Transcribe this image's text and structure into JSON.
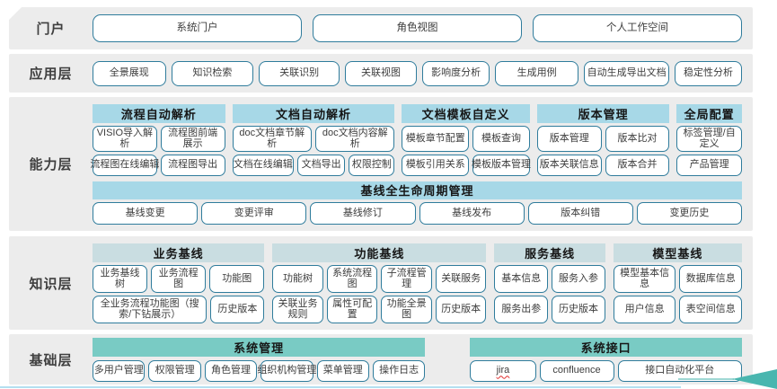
{
  "colors": {
    "band_bg": "#ececec",
    "capability_header": "#a7d8e7",
    "knowledge_header": "#c9dde1",
    "foundation_header": "#79cbc4",
    "box_border": "#2f7c9c",
    "arrow_teal": "#49b6af",
    "bottom_line_blue": "#b3dff0",
    "spellcheck_red": "#e03030"
  },
  "layers": [
    {
      "name": "portal",
      "label": "门户",
      "groups": [
        {
          "flex": 1,
          "header": null,
          "rows": [
            [
              {
                "t": "系统门户"
              },
              {
                "t": "角色视图"
              },
              {
                "t": "个人工作空间"
              }
            ]
          ]
        }
      ]
    },
    {
      "name": "application",
      "label": "应用层",
      "groups": [
        {
          "flex": 1,
          "header": null,
          "rows": [
            [
              {
                "t": "全景展现",
                "w": 1.1
              },
              {
                "t": "知识检索",
                "w": 1.25
              },
              {
                "t": "关联识别",
                "w": 1.22
              },
              {
                "t": "关联视图",
                "w": 1.08
              },
              {
                "t": "影响度分析",
                "w": 1
              },
              {
                "t": "生成用例",
                "w": 1.27
              },
              {
                "t": "自动生成导出文档",
                "w": 1.3
              },
              {
                "t": "稳定性分析",
                "w": 1
              }
            ]
          ]
        }
      ]
    },
    {
      "name": "capability",
      "label": "能力层",
      "groups": [
        {
          "flex": 2.03,
          "header": "流程自动解析",
          "rows": [
            [
              {
                "t": "VISIO导入解析"
              },
              {
                "t": "流程图前端展示"
              }
            ],
            [
              {
                "t": "流程图在线编辑"
              },
              {
                "t": "流程图导出"
              }
            ]
          ]
        },
        {
          "flex": 2.49,
          "header": "文档自动解析",
          "rows": [
            [
              {
                "t": "doc文档章节解析"
              },
              {
                "t": "doc文档内容解析"
              }
            ],
            [
              {
                "t": "文档在线编辑",
                "w": 1.4
              },
              {
                "t": "文档导出",
                "w": 1.05
              },
              {
                "t": "权限控制",
                "w": 1
              }
            ]
          ]
        },
        {
          "flex": 1.96,
          "header": "文档模板自定义",
          "rows": [
            [
              {
                "t": "模板章节配置",
                "w": 1.2
              },
              {
                "t": "模板查询",
                "w": 1
              }
            ],
            [
              {
                "t": "模板引用关系",
                "w": 1.2
              },
              {
                "t": "模板版本管理",
                "w": 1
              }
            ]
          ]
        },
        {
          "flex": 2.03,
          "header": "版本管理",
          "rows": [
            [
              {
                "t": "版本管理"
              },
              {
                "t": "版本比对"
              }
            ],
            [
              {
                "t": "版本关联信息"
              },
              {
                "t": "版本合并"
              }
            ]
          ]
        },
        {
          "flex": 1,
          "header": "全局配置",
          "rows": [
            [
              {
                "t": "标签管理/自定义"
              }
            ],
            [
              {
                "t": "产品管理"
              }
            ]
          ]
        }
      ],
      "wide": {
        "header": "基线全生命周期管理",
        "row": [
          {
            "t": "基线变更"
          },
          {
            "t": "变更评审"
          },
          {
            "t": "基线修订"
          },
          {
            "t": "基线发布"
          },
          {
            "t": "版本纠错"
          },
          {
            "t": "变更历史"
          }
        ]
      }
    },
    {
      "name": "knowledge",
      "label": "知识层",
      "groups": [
        {
          "flex": 1.55,
          "header": "业务基线",
          "rows": [
            [
              {
                "t": "业务基线树"
              },
              {
                "t": "业务流程图"
              },
              {
                "t": "功能图"
              }
            ],
            [
              {
                "t": "全业务流程功能图（搜索/下钻展示）",
                "w": 2.3
              },
              {
                "t": "历史版本",
                "w": 1
              }
            ]
          ]
        },
        {
          "flex": 1.93,
          "header": "功能基线",
          "rows": [
            [
              {
                "t": "功能树"
              },
              {
                "t": "系统流程图"
              },
              {
                "t": "子流程管理"
              },
              {
                "t": "关联服务"
              }
            ],
            [
              {
                "t": "关联业务规则"
              },
              {
                "t": "属性可配置"
              },
              {
                "t": "功能全景图"
              },
              {
                "t": "历史版本"
              }
            ]
          ]
        },
        {
          "flex": 1,
          "header": "服务基线",
          "rows": [
            [
              {
                "t": "基本信息"
              },
              {
                "t": "服务入参"
              }
            ],
            [
              {
                "t": "服务出参"
              },
              {
                "t": "历史版本"
              }
            ]
          ]
        },
        {
          "flex": 1.16,
          "header": "模型基线",
          "rows": [
            [
              {
                "t": "模型基本信息"
              },
              {
                "t": "数据库信息"
              }
            ],
            [
              {
                "t": "用户信息"
              },
              {
                "t": "表空间信息"
              }
            ]
          ]
        }
      ]
    },
    {
      "name": "foundation",
      "label": "基础层",
      "groups": [
        {
          "flex": 3.67,
          "header": "系统管理",
          "rows": [
            [
              {
                "t": "多用户管理"
              },
              {
                "t": "权限管理"
              },
              {
                "t": "角色管理"
              },
              {
                "t": "组织机构管理"
              },
              {
                "t": "菜单管理"
              },
              {
                "t": "操作日志"
              }
            ]
          ]
        },
        {
          "flex": 3.0,
          "header": "系统接口",
          "rows": [
            [
              {
                "t": "jira",
                "u": true,
                "w": 1
              },
              {
                "t": "confluence",
                "w": 1.15
              },
              {
                "t": "接口自动化平台",
                "w": 2
              }
            ]
          ]
        }
      ]
    }
  ]
}
